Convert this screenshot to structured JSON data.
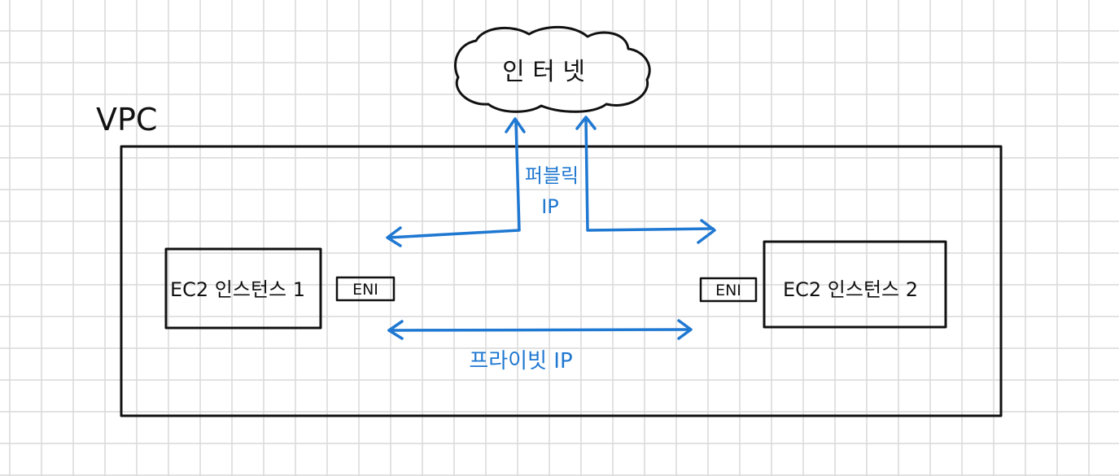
{
  "diagram": {
    "internet_label": "인 터 넷",
    "vpc_label": "VPC",
    "instance1_label": "EC2 인스턴스 1",
    "instance2_label": "EC2 인스턴스 2",
    "eni1_label": "ENI",
    "eni2_label": "ENI",
    "public_ip_line1": "퍼블릭",
    "public_ip_line2": "IP",
    "private_ip_label": "프라이빗 IP"
  },
  "colors": {
    "grid": "#d9d9d9",
    "ink": "#111111",
    "accent": "#1f78d1"
  }
}
